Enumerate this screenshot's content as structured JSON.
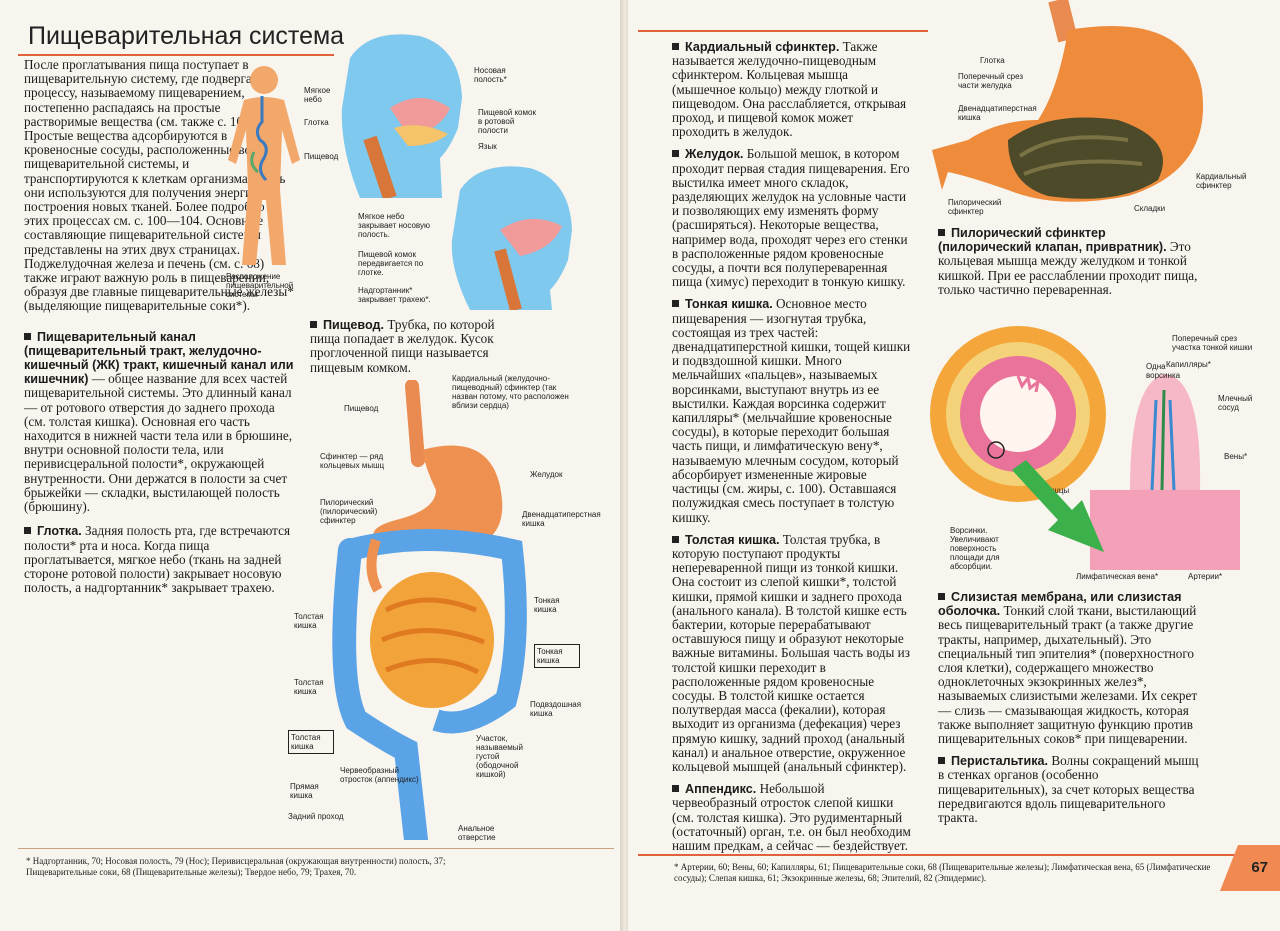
{
  "left": {
    "title": "Пищеварительная система",
    "col1": {
      "intro": "После проглатывания пища поступает в пищеварительную систему, где подвергается процессу, называемому пищеварением, постепенно распадаясь на простые растворимые вещества (см. также с. 108—109). Простые вещества адсорбируются в кровеносные сосуды, расположенные вокруг пищеварительной системы, и транспортируются к клеткам организма. Здесь они используются для получения энергии и построения новых тканей. Более подробно об этих процессах см. с. 100—104. Основные составляющие пищеварительной системы представлены на этих двух страницах. Поджелудочная железа и печень (см. с. 68) также играют важную роль в пищеварении, образуя две главные пищеварительные железы* (выделяющие пищеварительные соки*).",
      "canal_head": "Пищеварительный канал (пищеварительный тракт, желудочно-кишечный (ЖК) тракт, кишечный канал или кишечник)",
      "canal_text": " — общее название для всех частей пищеварительной системы. Это длинный канал — от ротового отверстия до заднего прохода (см. толстая кишка). Основная его часть находится в нижней части тела или в брюшине, внутри основной полости тела, или перивисцеральной полости*, окружающей внутренности. Они держатся в полости за счет брыжейки — складки, выстилающей полость (брюшину).",
      "throat_head": "Глотка.",
      "throat_text": " Задняя полость рта, где встречаются полости* рта и носа. Когда пища проглатывается, мягкое небо (ткань на задней стороне ротовой полости) закрывает носовую полость, а надгортанник* закрывает трахею."
    },
    "esoph": {
      "head": "Пищевод.",
      "text": " Трубка, по которой пища попадает в желудок. Кусок проглоченной пищи называется пищевым комком."
    },
    "labels": {
      "body_caption": "Расположение пищеварительной системы",
      "nasal": "Носовая полость*",
      "soft_palate": "Мягкое небо",
      "bolus_mouth": "Пищевой комок в ротовой полости",
      "pharynx": "Глотка",
      "tongue": "Язык",
      "esophagus": "Пищевод",
      "palate_closes": "Мягкое небо закрывает носовую полость.",
      "bolus_moves": "Пищевой комок передвигается по глотке.",
      "epiglottis": "Надгортанник* закрывает трахею*.",
      "cardiac": "Кардиальный (желудочно-пищеводный) сфинктер (так назван потому, что расположен вблизи сердца)",
      "esophagus2": "Пищевод",
      "sphincter": "Сфинктер — ряд кольцевых мышц",
      "stomach": "Желудок",
      "pyloric": "Пилорический (пилорический) сфинктер",
      "duodenum": "Двенадцатиперстная кишка",
      "colon": "Толстая кишка",
      "small_int": "Тонкая кишка",
      "small_int_box": "Тонкая кишка",
      "colon2": "Толстая кишка",
      "large_box": "Толстая кишка",
      "ileum": "Подвздошная кишка",
      "appendix": "Червеобразный отросток (аппендикс)",
      "rectum": "Прямая кишка",
      "sigmoid": "Участок, называемый густой (ободочной кишкой)",
      "anus": "Задний проход",
      "anal_opening": "Анальное отверстие"
    },
    "footnote": "* Надгортанник, 70; Носовая полость, 79 (Нос); Перивисцеральная (окружающая внутренности) полость, 37; Пищеварительные соки, 68 (Пищеварительные железы); Твердое небо, 79; Трахея, 70."
  },
  "right": {
    "col1": [
      {
        "head": "Кардиальный сфинктер.",
        "text": " Также называется желудочно-пищеводным сфинктером. Кольцевая мышца (мышечное кольцо) между глоткой и пищеводом. Она расслабляется, открывая проход, и пищевой комок может проходить в желудок."
      },
      {
        "head": "Желудок.",
        "text": " Большой мешок, в котором проходит первая стадия пищеварения. Его выстилка имеет много складок, разделяющих желудок на условные части и позволяющих ему изменять форму (расширяться). Некоторые вещества, например вода, проходят через его стенки в расположенные рядом кровеносные сосуды, а почти вся полупереваренная пища (химус) переходит в тонкую кишку."
      },
      {
        "head": "Тонкая кишка.",
        "text": " Основное место пищеварения — изогнутая трубка, состоящая из трех частей: двенадцатиперстной кишки, тощей кишки и подвздошной кишки. Много мельчайших «пальцев», называемых ворсинками, выступают внутрь из ее выстилки. Каждая ворсинка содержит капилляры* (мельчайшие кровеносные сосуды), в которые переходит большая часть пищи, и лимфатическую вену*, называемую млечным сосудом, который абсорбирует измененные жировые частицы (см. жиры, с. 100). Оставшаяся полужидкая смесь поступает в толстую кишку."
      },
      {
        "head": "Толстая кишка.",
        "text": " Толстая трубка, в которую поступают продукты непереваренной пищи из тонкой кишки. Она состоит из слепой кишки*, толстой кишки, прямой кишки и заднего прохода (анального канала). В толстой кишке есть бактерии, которые перерабатывают оставшуюся пищу и образуют некоторые важные витамины. Большая часть воды из толстой кишки переходит в расположенные рядом кровеносные сосуды. В толстой кишке остается полутвердая масса (фекалии), которая выходит из организма (дефекация) через прямую кишку, задний проход (анальный канал) и анальное отверстие, окруженное кольцевой мышцей (анальный сфинктер)."
      },
      {
        "head": "Аппендикс.",
        "text": " Небольшой червеобразный отросток слепой кишки (см. толстая кишка). Это рудиментарный (остаточный) орган, т.е. он был необходим нашим предкам, а сейчас — бездействует."
      }
    ],
    "col2": [
      {
        "head": "Пилорический сфинктер (пилорический клапан, привратник).",
        "text": " Это кольцевая мышца между желудком и тонкой кишкой. При ее расслаблении проходит пища, только частично переваренная."
      },
      {
        "head": "Слизистая мембрана, или слизистая оболочка.",
        "text": " Тонкий слой ткани, выстилающий весь пищеварительный тракт (а также другие тракты, например, дыхательный). Это специальный тип эпителия* (поверхностного слоя клетки), содержащего множество одноклеточных экзокринных желез*, называемых слизистыми железами. Их секрет — слизь — смазывающая жидкость, которая также выполняет защитную функцию против пищеварительных соков* при пищеварении."
      },
      {
        "head": "Перистальтика.",
        "text": " Волны сокращений мышц в стенках органов (особенно пищеварительных), за счет которых вещества передвигаются вдоль пищеварительного тракта."
      }
    ],
    "labels": {
      "pharynx": "Глотка",
      "cross_section": "Поперечный срез части желудка",
      "duodenum": "Двенадцатиперстная кишка",
      "cardiac": "Кардиальный сфинктер",
      "pyloric": "Пилорический сфинктер",
      "folds": "Складки",
      "cross_small": "Поперечный срез участка тонкой кишки",
      "villus": "Одна ворсинка",
      "capillaries": "Капилляры*",
      "lacteal": "Млечный сосуд",
      "veins": "Вены*",
      "villi": "Ворсинки. Увеличивают поверхность площади для абсорбции.",
      "muscles": "Мышцы",
      "lymph": "Лимфатическая вена*",
      "arteries": "Артерии*"
    },
    "footnote": "* Артерии, 60; Вены, 60; Капилляры, 61; Пищеварительные соки, 68 (Пищеварительные железы); Лимфатическая вена, 65 (Лимфатические сосуды); Слепая кишка, 61; Экзокринные железы, 68; Эпителий, 82 (Эпидермис).",
    "page_number": "67"
  }
}
